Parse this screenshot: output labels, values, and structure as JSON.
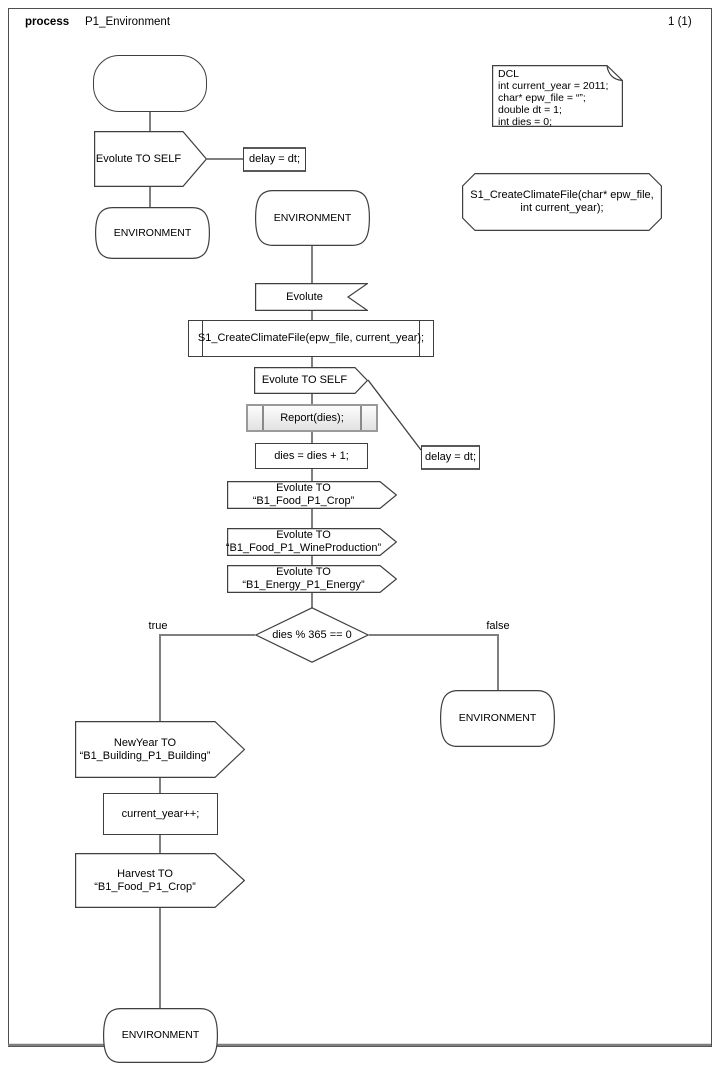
{
  "header": {
    "doc_kind": "process",
    "title": "P1_Environment",
    "page": "1 (1)"
  },
  "notes": {
    "dcl": {
      "lines": [
        "DCL",
        "int current_year = 2011;",
        "char* epw_file = “”;",
        "double dt = 1;",
        "int dies = 0;"
      ]
    },
    "signal_decl": {
      "line1": "S1_CreateClimateFile(char* epw_file,",
      "line2": "int current_year);"
    }
  },
  "flow": {
    "output_evolute_self_top": {
      "label": "Evolute TO SELF"
    },
    "task_delay_top": {
      "label": "delay = dt;"
    },
    "state_environment_left": {
      "label": "ENVIRONMENT"
    },
    "state_environment_mid": {
      "label": "ENVIRONMENT"
    },
    "input_evolute": {
      "label": "Evolute"
    },
    "proc_create_climate_file": {
      "label": "S1_CreateClimateFile(epw_file, current_year);"
    },
    "output_evolute_self_mid": {
      "label": "Evolute TO SELF"
    },
    "task_delay_mid": {
      "label": "delay = dt;"
    },
    "proc_report": {
      "label": "Report(dies);"
    },
    "task_increment_dies": {
      "label": "dies = dies + 1;"
    },
    "output_evolute_crop": {
      "line1": "Evolute TO",
      "line2": "“B1_Food_P1_Crop”"
    },
    "output_evolute_wine": {
      "line1": "Evolute TO",
      "line2": "“B1_Food_P1_WineProduction”"
    },
    "output_evolute_energy": {
      "line1": "Evolute TO",
      "line2": "“B1_Energy_P1_Energy”"
    },
    "decision_new_year": {
      "condition": "dies % 365 == 0",
      "branch_true": "true",
      "branch_false": "false"
    },
    "state_environment_false": {
      "label": "ENVIRONMENT"
    },
    "output_newyear_building": {
      "line1": "NewYear TO",
      "line2": "“B1_Building_P1_Building”"
    },
    "task_increment_year": {
      "label": "current_year++;"
    },
    "output_harvest_crop": {
      "line1": "Harvest TO",
      "line2": "“B1_Food_P1_Crop”"
    },
    "state_environment_bottom": {
      "label": "ENVIRONMENT"
    }
  },
  "colors": {
    "connector": "#7f7f7f",
    "shape_border": "#3f3f3f",
    "report_border": "#9a9a9a"
  }
}
